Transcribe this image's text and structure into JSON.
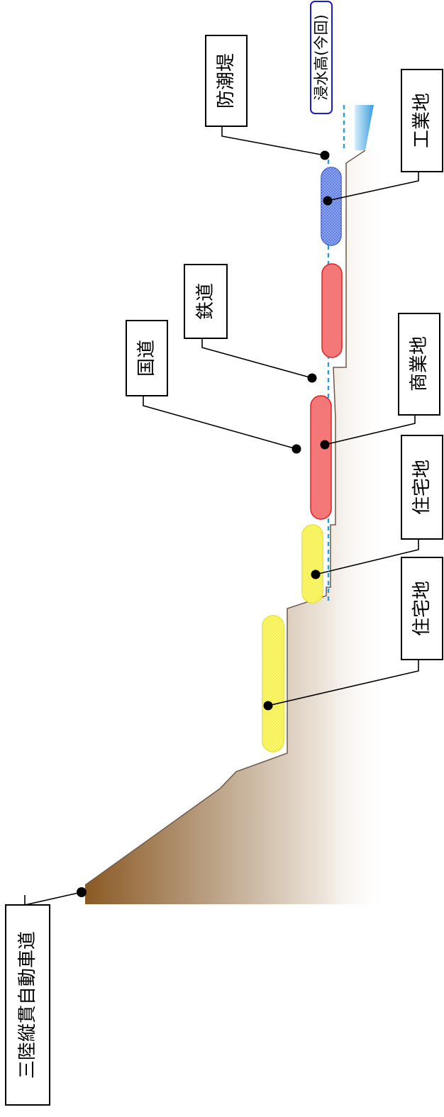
{
  "diagram": {
    "labels": {
      "inundation_height": "浸水高(今回)",
      "seawall": "防潮堤",
      "industrial_area": "工業地",
      "railway": "鉄道",
      "national_road": "国道",
      "commercial_area": "商業地",
      "residential_area_1": "住宅地",
      "residential_area_2": "住宅地",
      "expressway": "三陸縦貫自動車道"
    },
    "colors": {
      "terrain_dark": "#8b5a24",
      "terrain_light": "#ffffff",
      "water_line": "#2aa0d8",
      "sea": "#4aa8e0",
      "industrial": "#5577e0",
      "commercial": "#f47878",
      "commercial_stroke": "#e02020",
      "residential": "#f5f03c",
      "residential_stroke": "#e8e020",
      "inundation_box_border": "#1a1ad0"
    }
  }
}
